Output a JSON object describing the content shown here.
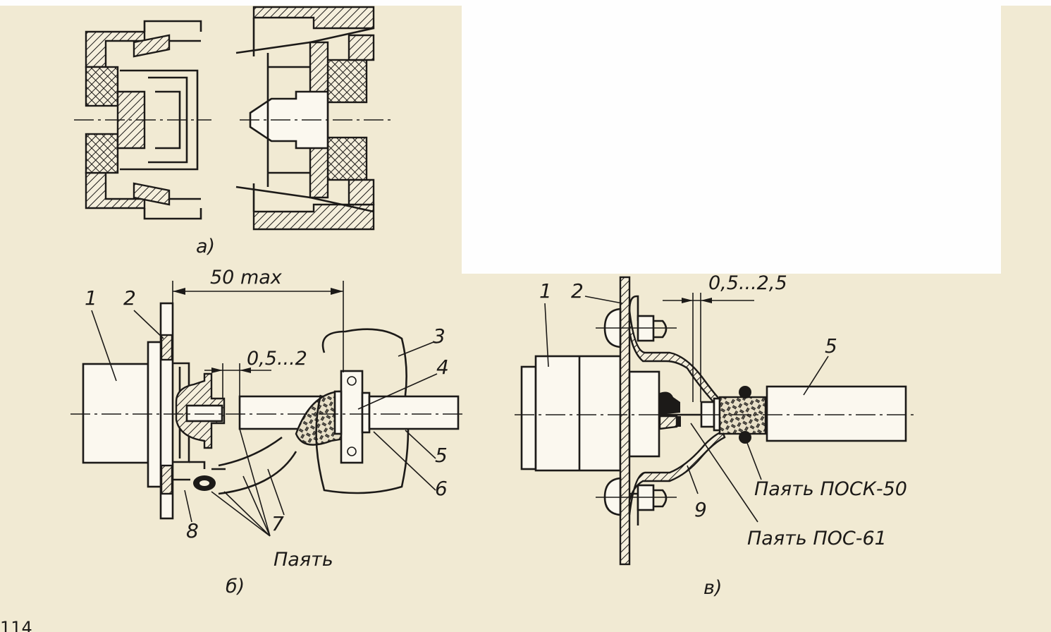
{
  "page_number": "114",
  "figure_a": {
    "caption": "а)"
  },
  "figure_b": {
    "caption": "б)",
    "dimension_overall": "50 max",
    "dimension_gap": "0,5...2",
    "callouts": [
      "1",
      "2",
      "3",
      "4",
      "5",
      "6",
      "7",
      "8"
    ],
    "solder_note": "Паять"
  },
  "figure_c": {
    "caption": "в)",
    "dimension_gap": "0,5...2,5",
    "callouts": [
      "1",
      "2",
      "5",
      "9"
    ],
    "solder_note_1": "Паять ПОСК-50",
    "solder_note_2": "Паять ПОС-61"
  },
  "colors": {
    "paper": "#f1ead3",
    "ink": "#1c1a18"
  }
}
